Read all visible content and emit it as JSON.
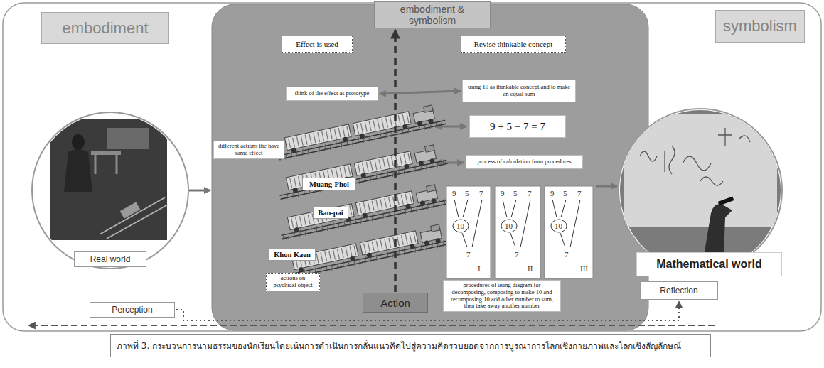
{
  "diagram": {
    "caption": "ภาพที่ 3. กระบวนการนามธรรมของนักเรียนโดยเน้นการดำเนินการกลั่นแนวคิดไปสู่ความคิดรวบยอดจากการบูรณาการโลกเชิงกายภาพและโลกเชิงสัญลักษณ์",
    "nodes": [
      {
        "text": [
          "embodiment"
        ]
      },
      {
        "text": [
          "embodiment & symbolism"
        ]
      },
      {
        "text": [
          "symbolism"
        ]
      },
      {
        "text": [
          "Effect is used"
        ]
      },
      {
        "text": [
          "Revise thinkable concept"
        ]
      },
      {
        "text": [
          "think of the effect as prototype"
        ]
      },
      {
        "text": [
          "using 10 as thinkable concept and to make an equal sum"
        ]
      },
      {
        "text": [
          "different actions the have same effect"
        ]
      },
      {
        "text": [
          "9 + 5 − 7 = 7"
        ]
      },
      {
        "text": [
          "process of calculation from procedures"
        ]
      },
      {
        "text": [
          "Muang-Phol"
        ]
      },
      {
        "text": [
          "Ban-pai"
        ]
      },
      {
        "text": [
          "Khon Kaen"
        ]
      },
      {
        "text": [
          "Real world"
        ]
      },
      {
        "text": [
          "Mathematical world"
        ]
      },
      {
        "text": [
          "actions on psychical object"
        ]
      },
      {
        "text": [
          "procedures of using diagram for decomposing, composing to make 10 and recomposing 10 add other number to sum, then take away another number"
        ]
      },
      {
        "text": [
          "Action"
        ]
      },
      {
        "text": [
          "Reflection"
        ]
      },
      {
        "text": [
          "Perception"
        ]
      }
    ],
    "edges": [
      {
        "from": 17,
        "to": 1,
        "arrow": "to"
      },
      {
        "from": 5,
        "to": 6,
        "arrow": "both"
      },
      {
        "from": 19,
        "to": 18,
        "arrow": "to"
      }
    ],
    "labels": [
      "9",
      "5",
      "7",
      "10",
      "7",
      "9",
      "5",
      "7",
      "10",
      "7",
      "9",
      "5",
      "7",
      "10",
      "7",
      "I",
      "II",
      "III"
    ]
  }
}
